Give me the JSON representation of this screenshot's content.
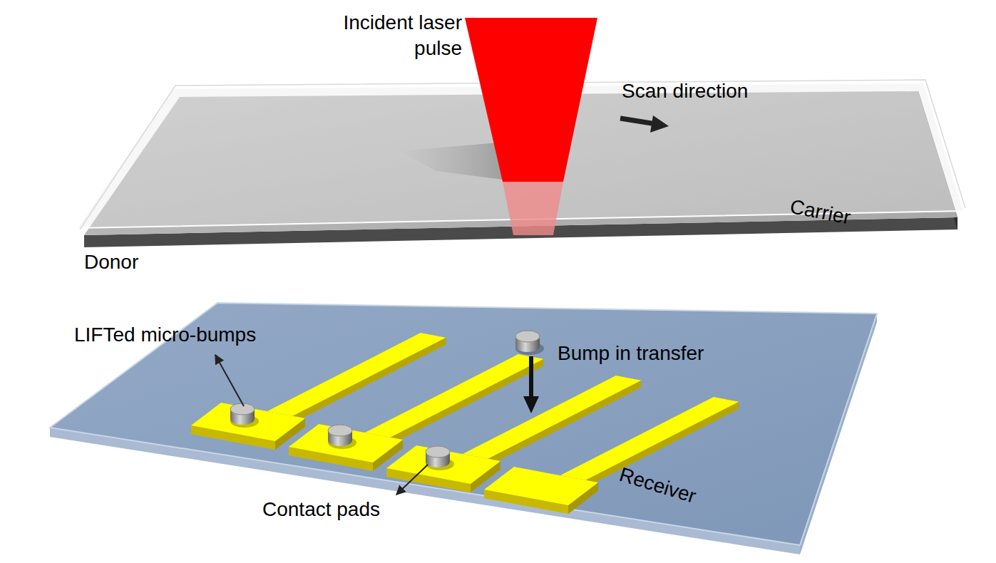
{
  "diagram": {
    "labels": [
      "Incident laser pulse",
      "Scan direction",
      "Carrier",
      "Donor",
      "LIFTed micro-bumps",
      "Bump in transfer",
      "Contact pads",
      "Receiver"
    ]
  }
}
